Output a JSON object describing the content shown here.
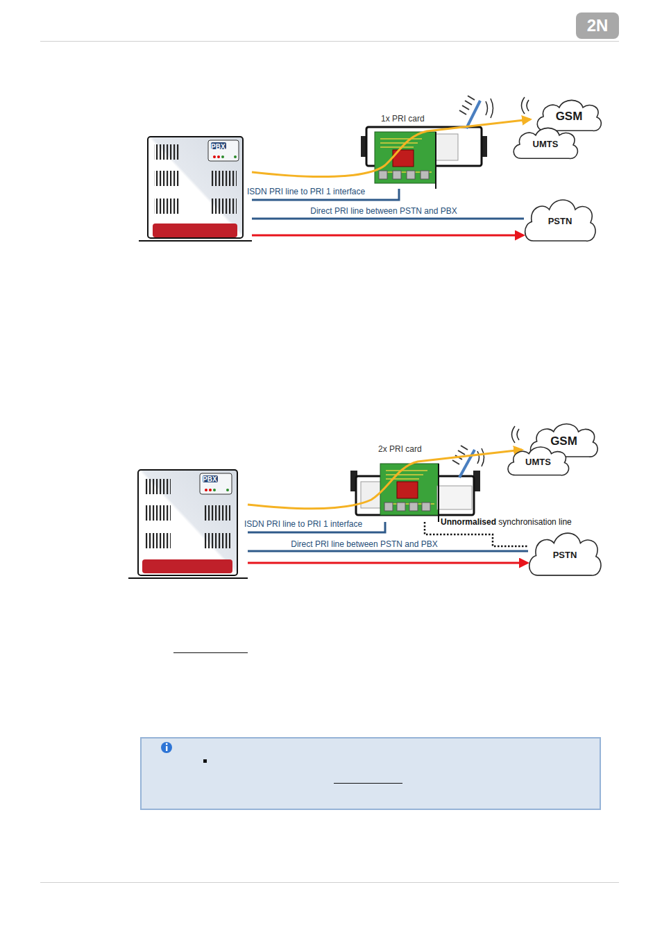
{
  "diagram": {
    "nodes": [
      {
        "text": [
          "PBX"
        ]
      },
      {
        "text": [
          "1x PRI card"
        ]
      },
      {
        "text": [
          "GSM"
        ]
      },
      {
        "text": [
          "UMTS"
        ]
      },
      {
        "text": [
          "PSTN"
        ]
      },
      {
        "text": [
          "PBX"
        ]
      },
      {
        "text": [
          "2x PRI card"
        ]
      },
      {
        "text": [
          "GSM"
        ]
      },
      {
        "text": [
          "UMTS"
        ]
      },
      {
        "text": [
          "PSTN"
        ]
      }
    ],
    "edges": [
      {
        "from": 0,
        "to": 1,
        "label": "ISDN PRI line to PRI 1 interface",
        "arrow": "none"
      },
      {
        "from": 0,
        "to": 4,
        "label": "Direct PRI line between PSTN and PBX",
        "arrow": "none"
      },
      {
        "from": 0,
        "to": 4,
        "arrow": "to"
      },
      {
        "from": 0,
        "to": 2,
        "arrow": "to"
      },
      {
        "from": 5,
        "to": 6,
        "label": "ISDN PRI line to PRI 1 interface",
        "arrow": "none"
      },
      {
        "from": 5,
        "to": 9,
        "label": "Direct PRI line between PSTN and PBX",
        "arrow": "none"
      },
      {
        "from": 5,
        "to": 9,
        "arrow": "to"
      },
      {
        "from": 5,
        "to": 7,
        "arrow": "to"
      },
      {
        "from": 6,
        "to": 9,
        "label": "Unnormalised synchronisation line",
        "arrow": "none"
      }
    ],
    "labels": [
      "2N"
    ]
  }
}
